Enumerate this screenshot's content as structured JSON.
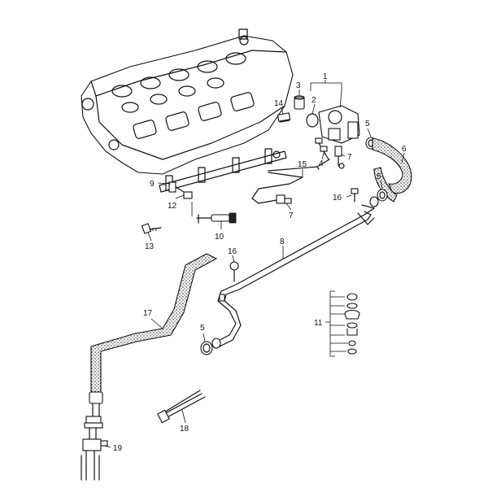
{
  "labels": {
    "l1": "1",
    "l2": "2",
    "l3": "3",
    "l4": "4",
    "l5a": "5",
    "l5b": "5",
    "l5c": "5",
    "l6": "6",
    "l7a": "7",
    "l7b": "7",
    "l8": "8",
    "l9": "9",
    "l10": "10",
    "l11": "11",
    "l12": "12",
    "l13": "13",
    "l14": "14",
    "l15": "15",
    "l16a": "16",
    "l16b": "16",
    "l17": "17",
    "l18": "18",
    "l19": "19"
  }
}
